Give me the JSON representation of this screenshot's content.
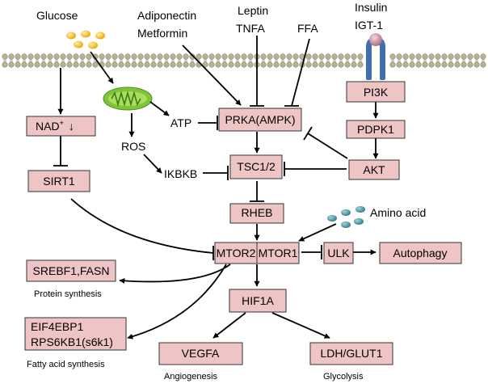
{
  "inputs": {
    "glucose": "Glucose",
    "adiponectin": "Adiponectin",
    "metformin": "Metformin",
    "leptin": "Leptin",
    "tnfa": "TNFA",
    "ffa": "FFA",
    "insulin": "Insulin",
    "igt1": "IGT-1",
    "amino_acid": "Amino acid"
  },
  "nodes": {
    "nad": "NAD",
    "nad_superscript": "+",
    "nad_arrow": "↓",
    "sirt1": "SIRT1",
    "atp": "ATP",
    "ros": "ROS",
    "ikbkb": "IKBKB",
    "prka": "PRKA(AMPK)",
    "tsc": "TSC1/2",
    "rheb": "RHEB",
    "mtor2": "MTOR2",
    "mtor1": "MTOR1",
    "ulk": "ULK",
    "autophagy": "Autophagy",
    "pi3k": "PI3K",
    "pdpk1": "PDPK1",
    "akt": "AKT",
    "hif1a": "HIF1A",
    "srebf1": "SREBF1,FASN",
    "eif4ebp1": "EIF4EBP1",
    "rps6kb1": "RPS6KB1(s6k1)",
    "vegfa": "VEGFA",
    "ldh": "LDH/GLUT1"
  },
  "captions": {
    "protein_synthesis": "Protein synthesis",
    "fatty_acid_synthesis": "Fatty acid synthesis",
    "angiogenesis": "Angiogenesis",
    "glycolysis": "Glycolysis"
  },
  "colors": {
    "box_fill": "#efc4c4",
    "membrane_head": "#b8b294",
    "membrane_tail": "#8e8a6e",
    "glucose_dot": "#f2b300",
    "amino_dot": "#3f8f9a",
    "mitochondria": "#7ec636",
    "receptor": "#3f6fb0",
    "ligand": "#c98a9a"
  },
  "icons": [
    "cell-membrane",
    "mitochondrion-icon",
    "insulin-receptor-icon",
    "glucose-molecule-icon",
    "amino-acid-molecule-icon"
  ]
}
